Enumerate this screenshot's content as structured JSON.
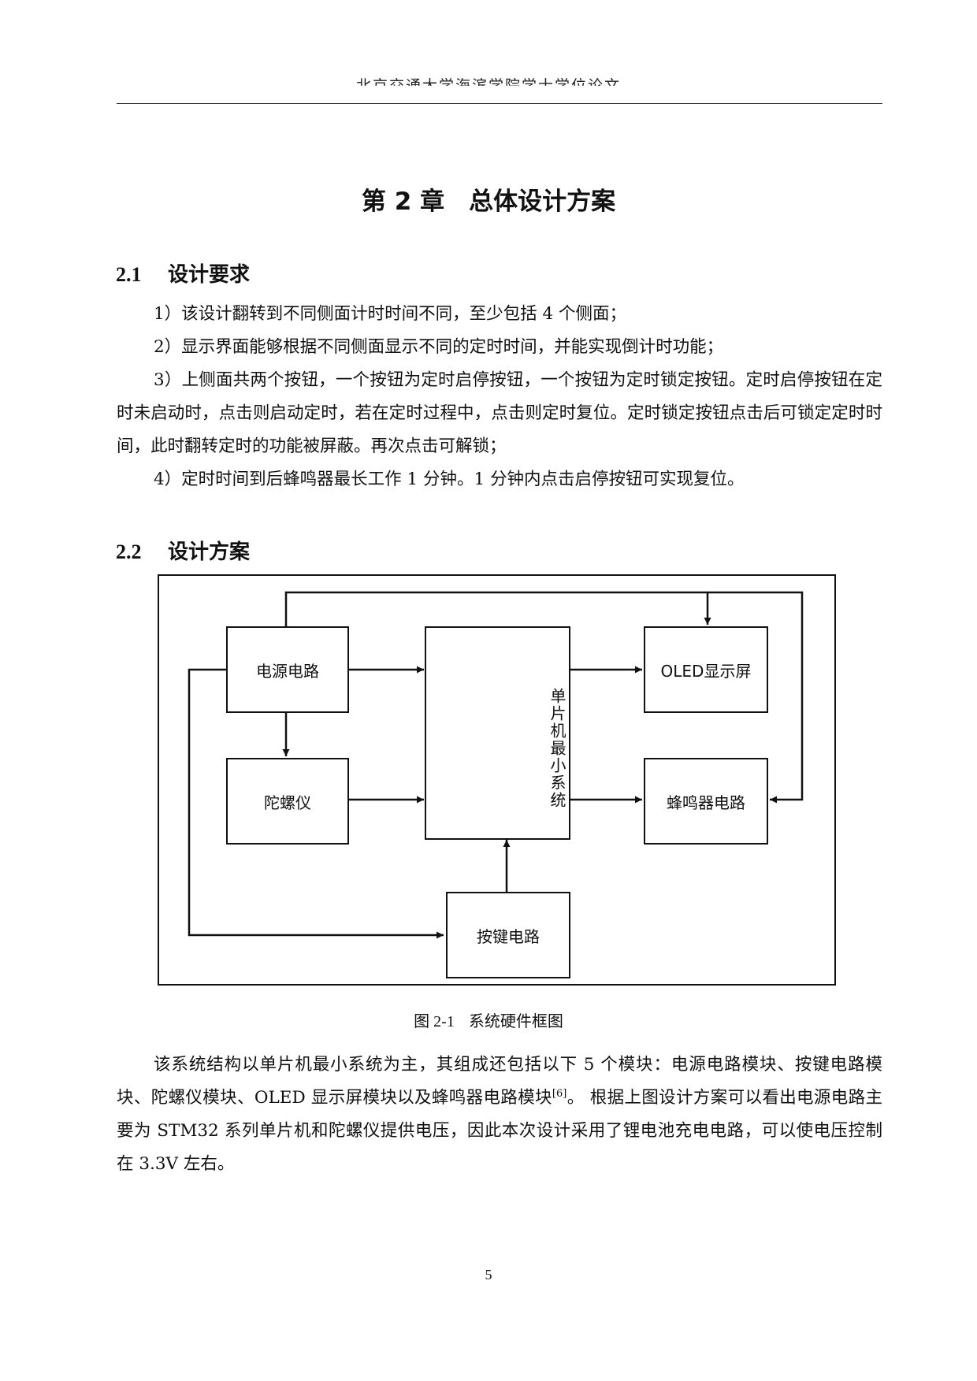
{
  "header": {
    "text": "北京交通大学海滨学院学士学位论文"
  },
  "chapter": {
    "title": "第 2 章　总体设计方案"
  },
  "sections": [
    {
      "number": "2.1",
      "title": "设计要求"
    },
    {
      "number": "2.2",
      "title": "设计方案"
    }
  ],
  "requirements": [
    "1）该设计翻转到不同侧面计时时间不同，至少包括 4 个侧面；",
    "2）显示界面能够根据不同侧面显示不同的定时时间，并能实现倒计时功能；",
    "3）上侧面共两个按钮，一个按钮为定时启停按钮，一个按钮为定时锁定按钮。定时启停按钮在定时未启动时，点击则启动定时，若在定时过程中，点击则定时复位。定时锁定按钮点击后可锁定定时时间，此时翻转定时的功能被屏蔽。再次点击可解锁；",
    "4）定时时间到后蜂鸣器最长工作 1 分钟。1 分钟内点击启停按钮可实现复位。"
  ],
  "diagram": {
    "blocks": {
      "power": "电源电路",
      "gyro": "陀螺仪",
      "mcu": "单片机最小系统",
      "oled": "OLED显示屏",
      "buzzer": "蜂鸣器电路",
      "keys": "按键电路"
    },
    "caption_number": "图 2-1",
    "caption_title": "系统硬件框图"
  },
  "body": {
    "text_before_ref": "该系统结构以单片机最小系统为主，其组成还包括以下 5 个模块：电源电路模块、按键电路模块、陀螺仪模块、OLED 显示屏模块以及蜂鸣器电路模块",
    "ref": "[6]",
    "text_after_ref": "。 根据上图设计方案可以看出电源电路主要为 STM32 系列单片机和陀螺仪提供电压，因此本次设计采用了锂电池充电电路，可以使电压控制在 3.3V 左右。"
  },
  "page_number": "5"
}
